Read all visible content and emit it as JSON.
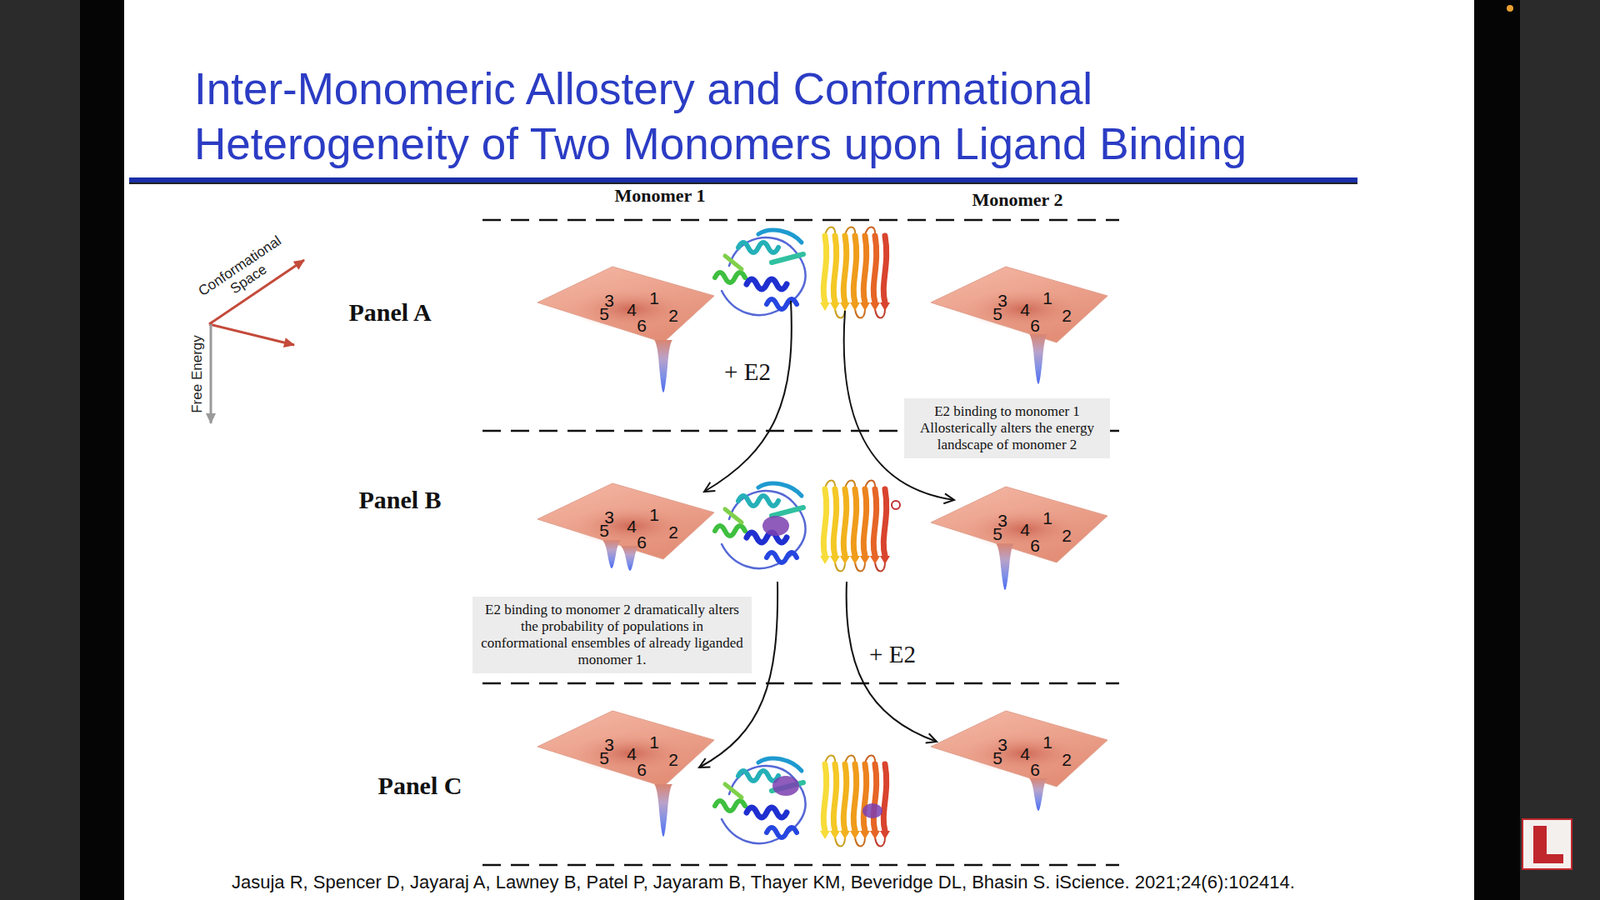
{
  "diagram": {
    "title": "Inter-Monomeric Allostery and Conformational Heterogeneity of Two Monomers upon Ligand Binding",
    "caption": "Jasuja R, Spencer D, Jayaraj A, Lawney B, Patel P, Jayaram B, Thayer KM, Beveridge DL, Bhasin S. iScience. 2021;24(6):102414.",
    "nodes": [
      {
        "text": [
          "3",
          "1",
          "5",
          "4",
          "2",
          "6"
        ]
      },
      {
        "text": [
          "3",
          "1",
          "5",
          "4",
          "2",
          "6"
        ]
      },
      {
        "text": [
          "E2 binding to monomer 1 Allosterically alters the energy landscape of monomer 2"
        ]
      },
      {
        "text": [
          "3",
          "1",
          "5",
          "4",
          "2",
          "6"
        ]
      },
      {
        "text": [
          "3",
          "1",
          "5",
          "4",
          "2",
          "6"
        ]
      },
      {
        "text": [
          "E2 binding to monomer 2 dramatically alters the probability of populations in conformational ensembles of already liganded monomer 1."
        ]
      },
      {
        "text": [
          "3",
          "1",
          "5",
          "4",
          "2",
          "6"
        ]
      },
      {
        "text": [
          "3",
          "1",
          "5",
          "4",
          "2",
          "6"
        ]
      }
    ],
    "labels": [
      "Monomer 1",
      "Monomer 2",
      "Conformational Space",
      "Free Energy",
      "Panel A",
      "+ E2",
      "Panel B",
      "+ E2",
      "Panel C"
    ]
  }
}
